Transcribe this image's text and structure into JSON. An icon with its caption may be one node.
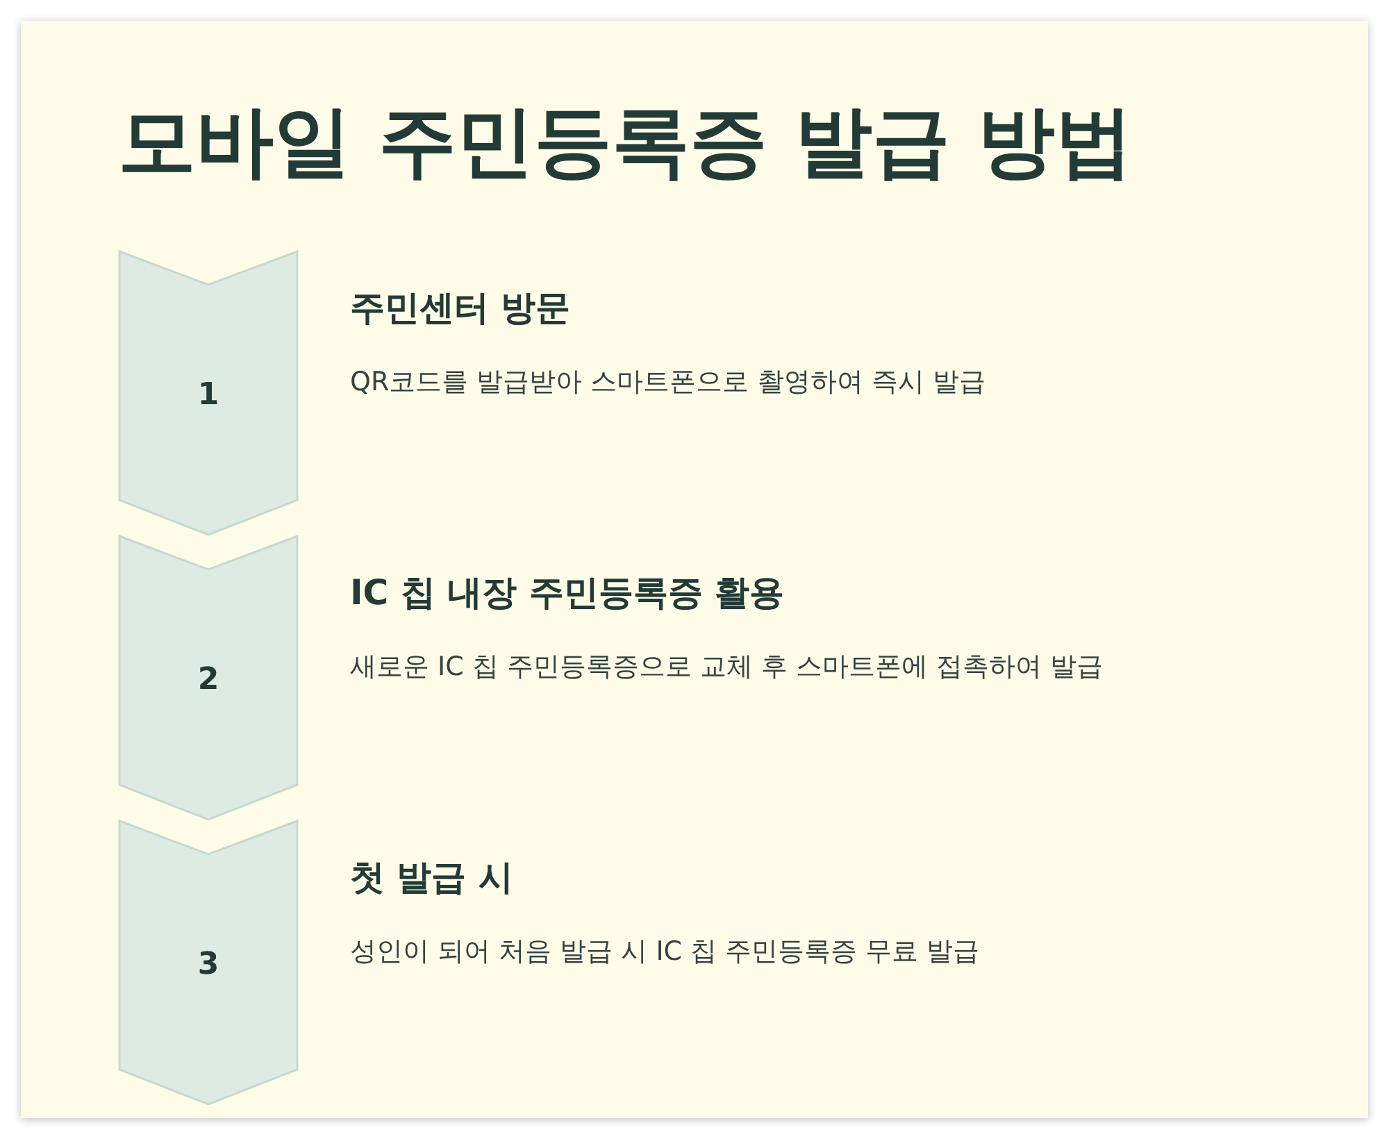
{
  "diagram": {
    "title": "모바일 주민등록증 발급 방법",
    "nodes": [
      {
        "text": [
          "1"
        ],
        "beside": [
          "주민센터 방문",
          "QR코드를 발급받아 스마트폰으로 촬영하여 즉시 발급"
        ]
      },
      {
        "text": [
          "2"
        ],
        "beside": [
          "IC 칩 내장 주민등록증 활용",
          "새로운 IC 칩 주민등록증으로 교체 후 스마트폰에 접촉하여 발급"
        ]
      },
      {
        "text": [
          "3"
        ],
        "beside": [
          "첫 발급 시",
          "성인이 되어 처음 발급 시 IC 칩 주민등록증 무료 발급"
        ]
      }
    ],
    "edges": []
  }
}
